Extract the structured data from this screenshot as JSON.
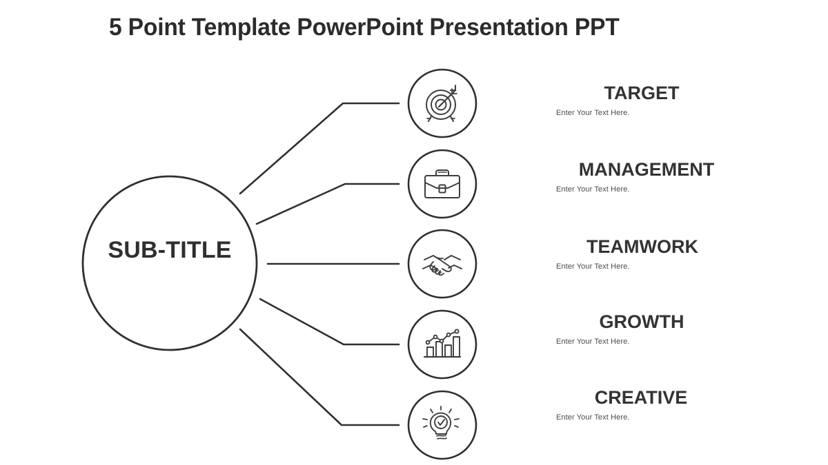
{
  "slide": {
    "title": "5 Point Template PowerPoint Presentation PPT",
    "background_color": "#ffffff",
    "line_color": "#2f2f2f",
    "text_color": "#333333"
  },
  "hub": {
    "label": "SUB-TITLE",
    "shape": "circle"
  },
  "nodes": [
    {
      "heading": "TARGET",
      "subtext": "Enter Your Text Here.",
      "icon": "target-icon"
    },
    {
      "heading": "MANAGEMENT",
      "subtext": "Enter Your Text Here.",
      "icon": "briefcase-icon"
    },
    {
      "heading": "TEAMWORK",
      "subtext": "Enter Your Text Here.",
      "icon": "handshake-icon"
    },
    {
      "heading": "GROWTH",
      "subtext": "Enter Your Text Here.",
      "icon": "bar-chart-growth-icon"
    },
    {
      "heading": "CREATIVE",
      "subtext": "Enter Your Text Here.",
      "icon": "lightbulb-check-icon"
    }
  ]
}
